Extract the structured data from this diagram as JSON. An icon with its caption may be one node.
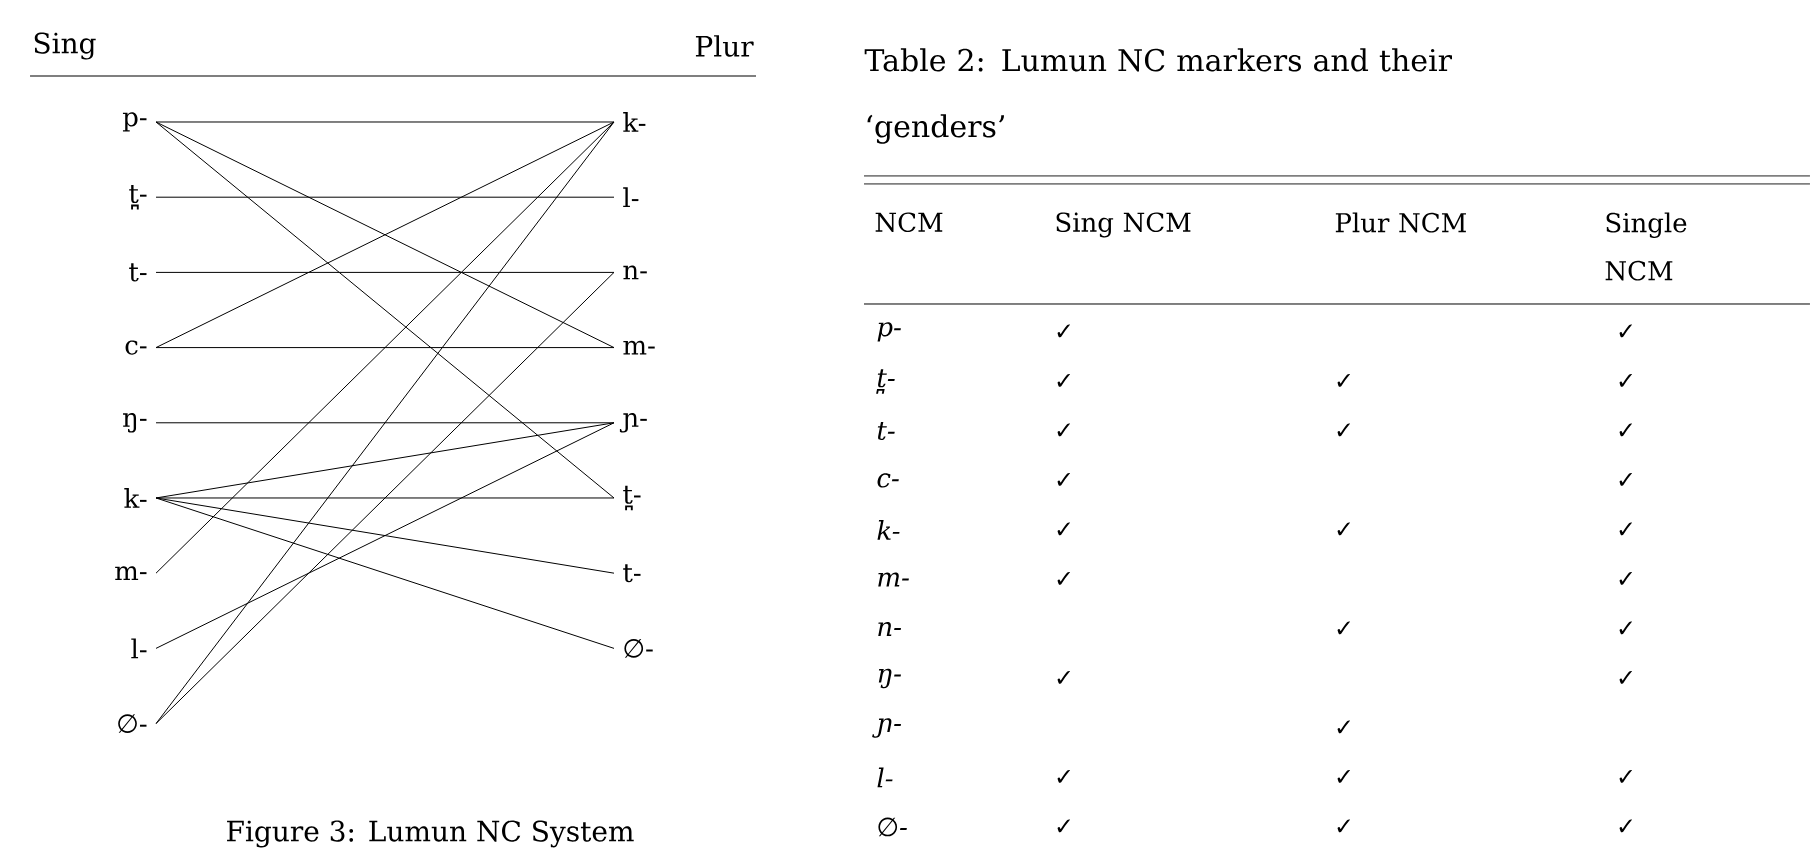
{
  "diagram": {
    "caption": "Figure 3: Lumun NC System",
    "nodes": [
      {
        "text": [
          "p-"
        ]
      },
      {
        "text": [
          "t̪-"
        ]
      },
      {
        "text": [
          "t-"
        ]
      },
      {
        "text": [
          "c-"
        ]
      },
      {
        "text": [
          "ŋ-"
        ]
      },
      {
        "text": [
          "k-"
        ]
      },
      {
        "text": [
          "m-"
        ]
      },
      {
        "text": [
          "l-"
        ]
      },
      {
        "text": [
          "∅-"
        ]
      },
      {
        "text": [
          "k-"
        ]
      },
      {
        "text": [
          "l-"
        ]
      },
      {
        "text": [
          "n-"
        ]
      },
      {
        "text": [
          "m-"
        ]
      },
      {
        "text": [
          "ɲ-"
        ]
      },
      {
        "text": [
          "t̪-"
        ]
      },
      {
        "text": [
          "t-"
        ]
      },
      {
        "text": [
          "∅-"
        ]
      }
    ],
    "edges": [
      {
        "from": 0,
        "to": 9,
        "arrow": "none"
      },
      {
        "from": 0,
        "to": 12,
        "arrow": "none"
      },
      {
        "from": 0,
        "to": 14,
        "arrow": "none"
      },
      {
        "from": 1,
        "to": 10,
        "arrow": "none"
      },
      {
        "from": 2,
        "to": 11,
        "arrow": "none"
      },
      {
        "from": 3,
        "to": 9,
        "arrow": "none"
      },
      {
        "from": 3,
        "to": 12,
        "arrow": "none"
      },
      {
        "from": 4,
        "to": 13,
        "arrow": "none"
      },
      {
        "from": 5,
        "to": 13,
        "arrow": "none"
      },
      {
        "from": 5,
        "to": 14,
        "arrow": "none"
      },
      {
        "from": 5,
        "to": 15,
        "arrow": "none"
      },
      {
        "from": 5,
        "to": 16,
        "arrow": "none"
      },
      {
        "from": 6,
        "to": 9,
        "arrow": "none"
      },
      {
        "from": 7,
        "to": 13,
        "arrow": "none"
      },
      {
        "from": 8,
        "to": 9,
        "arrow": "none"
      },
      {
        "from": 8,
        "to": 11,
        "arrow": "none"
      }
    ],
    "labels": [
      "Sing",
      "Plur",
      "Table 2: Lumun NC markers and their ‘genders’",
      "NCM",
      "Sing NCM",
      "Plur NCM",
      "Single NCM",
      "p-",
      "✓",
      "✓",
      "t̪-",
      "✓",
      "✓",
      "✓",
      "t-",
      "✓",
      "✓",
      "✓",
      "c-",
      "✓",
      "✓",
      "k-",
      "✓",
      "✓",
      "✓",
      "m-",
      "✓",
      "✓",
      "n-",
      "✓",
      "✓",
      "ŋ-",
      "✓",
      "✓",
      "ɲ-",
      "✓",
      "l-",
      "✓",
      "✓",
      "✓",
      "∅-",
      "✓",
      "✓",
      "✓"
    ]
  }
}
